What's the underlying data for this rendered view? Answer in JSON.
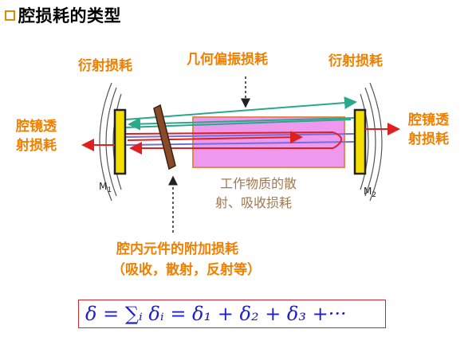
{
  "title": "腔损耗的类型",
  "labels": {
    "diffraction_left": "衍射损耗",
    "diffraction_right": "衍射损耗",
    "geometric_polarization": "几何偏振损耗",
    "cavity_mirror_transmission": [
      "腔镜透",
      "射损耗"
    ],
    "cavity_mirror_transmission_right": [
      "腔镜透",
      "射损耗"
    ],
    "medium_scatter_absorb": [
      "工作物质的散",
      "射、吸收损耗"
    ],
    "intracavity_elements": [
      "腔内元件的附加损耗",
      "（吸收，散射，反射等）"
    ],
    "mirror_left": "M",
    "mirror_left_sub": "1",
    "mirror_right": "M",
    "mirror_right_sub": "2"
  },
  "formula": "δ = ∑ᵢ δᵢ = δ₁ + δ₂ + δ₃ +···",
  "colors": {
    "label_orange": "#f07f00",
    "red_beam": "#e02020",
    "green_beam": "#2aa88a",
    "blue_beam": "#7070d8",
    "medium_fill": "#ee99ee",
    "medium_border": "#e08a50",
    "mirror_fill": "#f4e000",
    "element_fill": "#8a4a2a",
    "formula_blue": "#1f1fcc",
    "formula_border": "#cc2a2a"
  }
}
